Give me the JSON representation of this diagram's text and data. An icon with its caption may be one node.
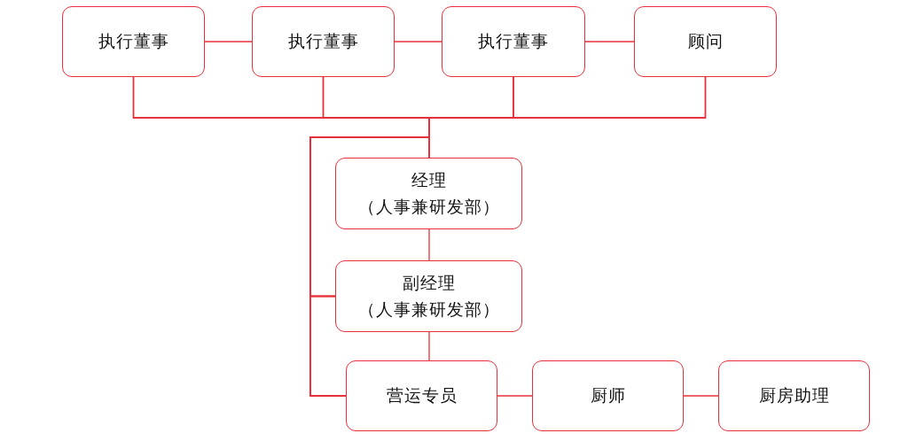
{
  "diagram": {
    "nodes": [
      {
        "text": [
          "执行董事"
        ]
      },
      {
        "text": [
          "执行董事"
        ]
      },
      {
        "text": [
          "执行董事"
        ]
      },
      {
        "text": [
          "顾问"
        ]
      },
      {
        "text": [
          "经理",
          "（人事兼研发部）"
        ]
      },
      {
        "text": [
          "副经理",
          "（人事兼研发部）"
        ]
      },
      {
        "text": [
          "营运专员"
        ]
      },
      {
        "text": [
          "厨师"
        ]
      },
      {
        "text": [
          "厨房助理"
        ]
      }
    ],
    "edges": [
      {
        "from": 0,
        "to": 1,
        "arrow": "none"
      },
      {
        "from": 1,
        "to": 2,
        "arrow": "none"
      },
      {
        "from": 2,
        "to": 3,
        "arrow": "none"
      },
      {
        "from": 0,
        "to": 4,
        "arrow": "none"
      },
      {
        "from": 1,
        "to": 4,
        "arrow": "none"
      },
      {
        "from": 2,
        "to": 4,
        "arrow": "none"
      },
      {
        "from": 3,
        "to": 4,
        "arrow": "none"
      },
      {
        "from": 0,
        "to": 5,
        "arrow": "none"
      },
      {
        "from": 1,
        "to": 5,
        "arrow": "none"
      },
      {
        "from": 2,
        "to": 5,
        "arrow": "none"
      },
      {
        "from": 3,
        "to": 5,
        "arrow": "none"
      },
      {
        "from": 0,
        "to": 6,
        "arrow": "none"
      },
      {
        "from": 1,
        "to": 6,
        "arrow": "none"
      },
      {
        "from": 2,
        "to": 6,
        "arrow": "none"
      },
      {
        "from": 3,
        "to": 6,
        "arrow": "none"
      },
      {
        "from": 4,
        "to": 5,
        "arrow": "none"
      },
      {
        "from": 5,
        "to": 6,
        "arrow": "none"
      },
      {
        "from": 6,
        "to": 7,
        "arrow": "none"
      },
      {
        "from": 7,
        "to": 8,
        "arrow": "none"
      }
    ]
  }
}
